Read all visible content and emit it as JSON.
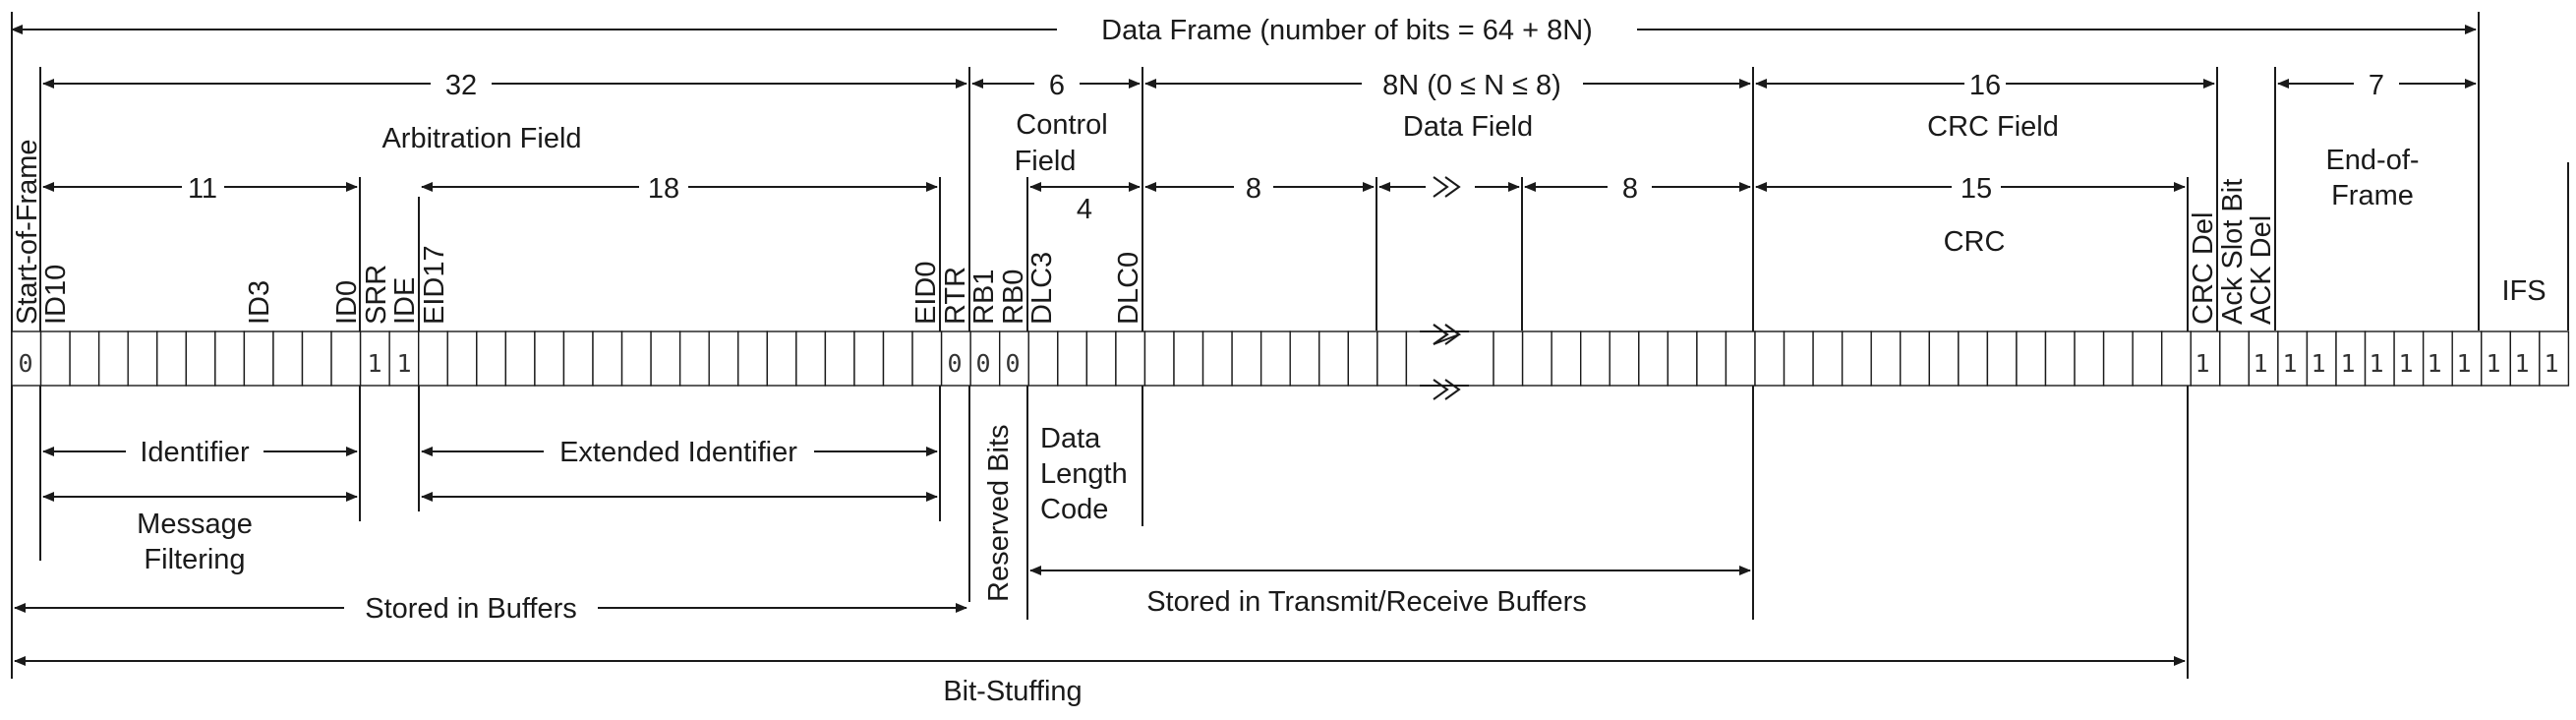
{
  "title": "Data Frame (number of bits = 64 + 8N)",
  "colors": {
    "line": "#1a1a1a",
    "text": "#1a1a1a",
    "bit_value": "#333333",
    "background": "#ffffff"
  },
  "top_spans": {
    "arbitration_count": "32",
    "control_count": "6",
    "data_count": "8N (0 ≤ N ≤ 8)",
    "crc_count": "16",
    "eof_count": "7"
  },
  "fields": {
    "arbitration": "Arbitration Field",
    "control_line1": "Control",
    "control_line2": "Field",
    "data": "Data Field",
    "crc": "CRC Field",
    "eof_line1": "End-of-",
    "eof_line2": "Frame"
  },
  "sub_spans": {
    "id_count": "11",
    "eid_count": "18",
    "dlc_count": "4",
    "data_byte1_count": "8",
    "data_byte2_count": "8",
    "crc_count": "15",
    "crc_name": "CRC",
    "ifs": "IFS"
  },
  "bit_labels": {
    "sof": "Start-of-Frame",
    "id10": "ID10",
    "id3": "ID3",
    "id0": "ID0",
    "srr": "SRR",
    "ide": "IDE",
    "eid17": "EID17",
    "eid0": "EID0",
    "rtr": "RTR",
    "rb1": "RB1",
    "rb0": "RB0",
    "dlc3": "DLC3",
    "dlc0": "DLC0",
    "crc_del": "CRC Del",
    "ack_slot": "Ack Slot Bit",
    "ack_del": "ACK Del"
  },
  "bit_values": {
    "sof": "0",
    "srr": "1",
    "ide": "1",
    "rtr": "0",
    "rb1": "0",
    "rb0": "0",
    "crc_del": "1",
    "ack_del": "1",
    "eof": [
      "1",
      "1",
      "1",
      "1",
      "1",
      "1",
      "1"
    ],
    "ifs": [
      "1",
      "1",
      "1"
    ]
  },
  "annotations": {
    "identifier": "Identifier",
    "extended_identifier": "Extended Identifier",
    "message_filtering_line1": "Message",
    "message_filtering_line2": "Filtering",
    "reserved_bits": "Reserved Bits",
    "dlc_line1": "Data",
    "dlc_line2": "Length",
    "dlc_line3": "Code",
    "stored_buffers": "Stored in Buffers",
    "stored_tx_rx": "Stored in Transmit/Receive Buffers",
    "bit_stuffing": "Bit-Stuffing"
  }
}
